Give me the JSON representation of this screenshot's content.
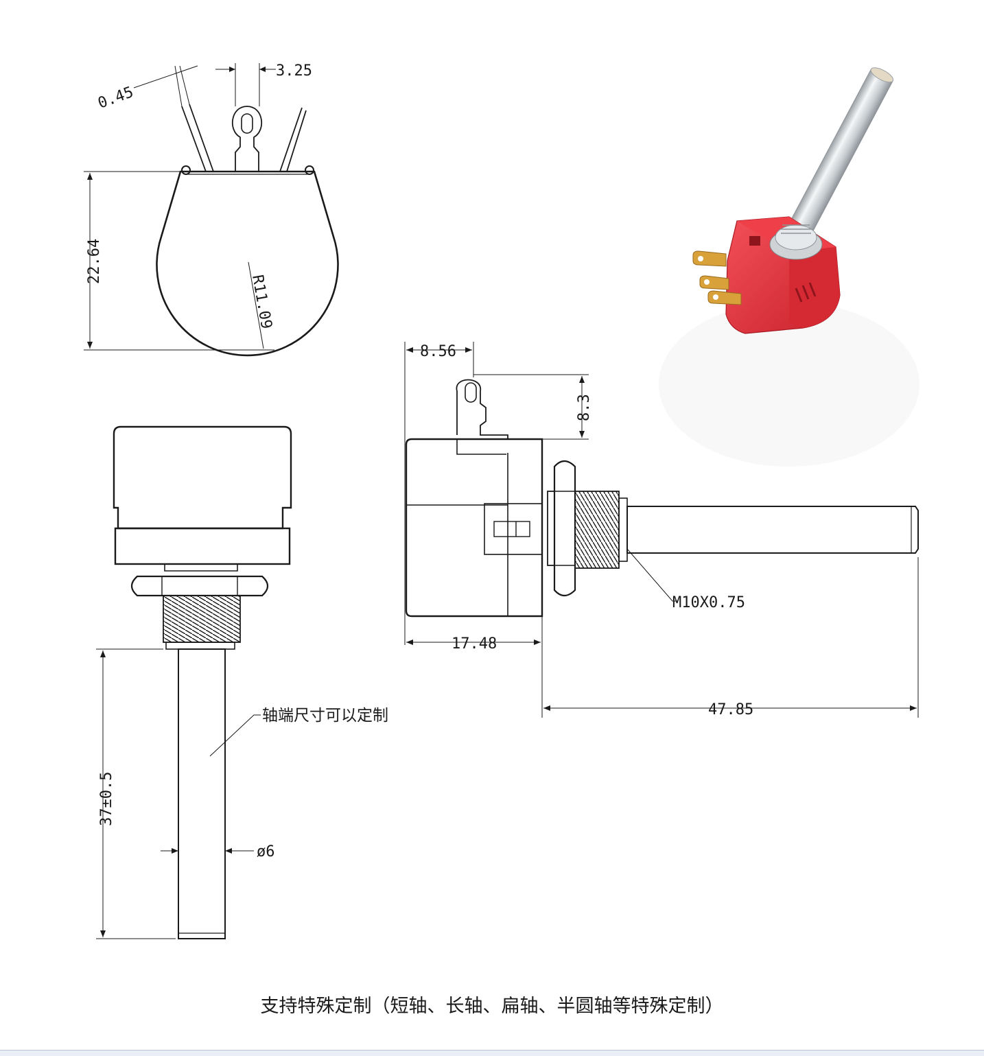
{
  "dimensions": {
    "lead_thickness": "0.45",
    "terminal_offset": "3.25",
    "body_height": "22.64",
    "body_radius": "R11.09",
    "shaft_length": "37±0.5",
    "shaft_diameter": "ø6",
    "terminal_depth": "8.56",
    "terminal_height": "8.3",
    "thread": "M10X0.75",
    "body_depth": "17.48",
    "shaft_total_length": "47.85"
  },
  "notes": {
    "shaft_custom": "轴端尺寸可以定制"
  },
  "caption": "支持特殊定制（短轴、长轴、扁轴、半圆轴等特殊定制）",
  "colors": {
    "line": "#1a1a1a",
    "body_red": "#e8343d",
    "body_red_dark": "#b81f28",
    "metal": "#cfd3d6",
    "terminal_gold": "#c98a2b"
  }
}
